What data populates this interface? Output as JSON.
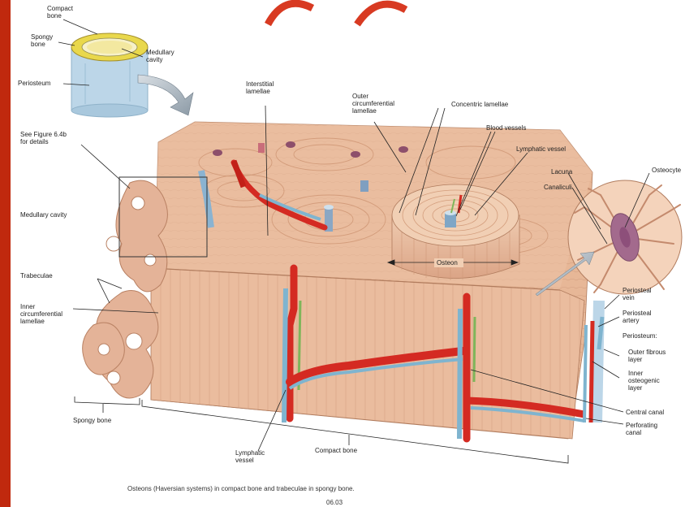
{
  "labels": {
    "compact_bone_top": [
      "Compact",
      "bone"
    ],
    "spongy_bone_top": [
      "Spongy",
      "bone"
    ],
    "medullary_cavity_top": [
      "Medullary",
      "cavity"
    ],
    "periosteum_top": "Periosteum",
    "interstitial_lamellae": [
      "Interstitial",
      "lamellae"
    ],
    "outer_circumferential_lamellae": [
      "Outer",
      "circumferential",
      "lamellae"
    ],
    "concentric_lamellae": "Concentric lamellae",
    "blood_vessels": "Blood vessels",
    "lymphatic_vessel_right": "Lymphatic vessel",
    "see_figure": [
      "See Figure 6.4b",
      "for details"
    ],
    "medullary_cavity_left": "Medullary cavity",
    "trabeculae": "Trabeculae",
    "inner_circumferential_lamellae": [
      "Inner",
      "circumferential",
      "lamellae"
    ],
    "lacuna": "Lacuna",
    "canaliculi": "Canaliculi",
    "osteocyte": "Osteocyte",
    "osteon": "Osteon",
    "periosteal_vein": [
      "Periosteal",
      "vein"
    ],
    "periosteal_artery": [
      "Periosteal",
      "artery"
    ],
    "periosteum_right": "Periosteum:",
    "outer_fibrous_layer": [
      "Outer fibrous",
      "layer"
    ],
    "inner_osteogenic_layer": [
      "Inner",
      "osteogenic",
      "layer"
    ],
    "central_canal": "Central canal",
    "perforating_canal": [
      "Perforating",
      "canal"
    ],
    "spongy_bone_bottom": "Spongy bone",
    "lymphatic_vessel_bottom": [
      "Lymphatic",
      "vessel"
    ],
    "compact_bone_bottom": "Compact bone"
  },
  "caption": "Osteons (Haversian systems) in compact bone and trabeculae in spongy bone.",
  "figure_number": "06.03",
  "colors": {
    "slide_background": "#c0290e",
    "bone_tan": "#e8b99a",
    "bone_dark": "#c98e6d",
    "artery_red": "#d42a22",
    "vein_blue": "#7fb4cf",
    "lymph_green": "#7fb55a",
    "periosteum_blue": "#bcd6e8",
    "spongy_yellow": "#e9d84c"
  }
}
